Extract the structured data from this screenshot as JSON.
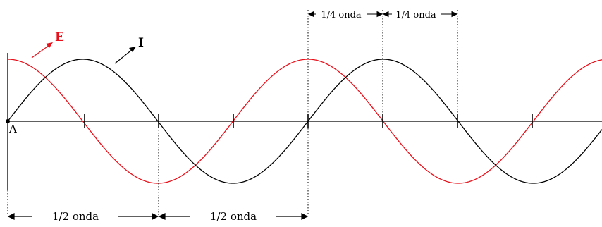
{
  "diagram": {
    "labels": {
      "voltage": "E",
      "current": "I",
      "origin": "A",
      "half_wave_left": "1/2 onda",
      "half_wave_right": "1/2 onda",
      "quarter_wave_left": "1/4 onda",
      "quarter_wave_right": "1/4 onda"
    },
    "colors": {
      "voltage_wave": "#e8101a",
      "current_wave": "#000000",
      "axis": "#000000"
    }
  }
}
